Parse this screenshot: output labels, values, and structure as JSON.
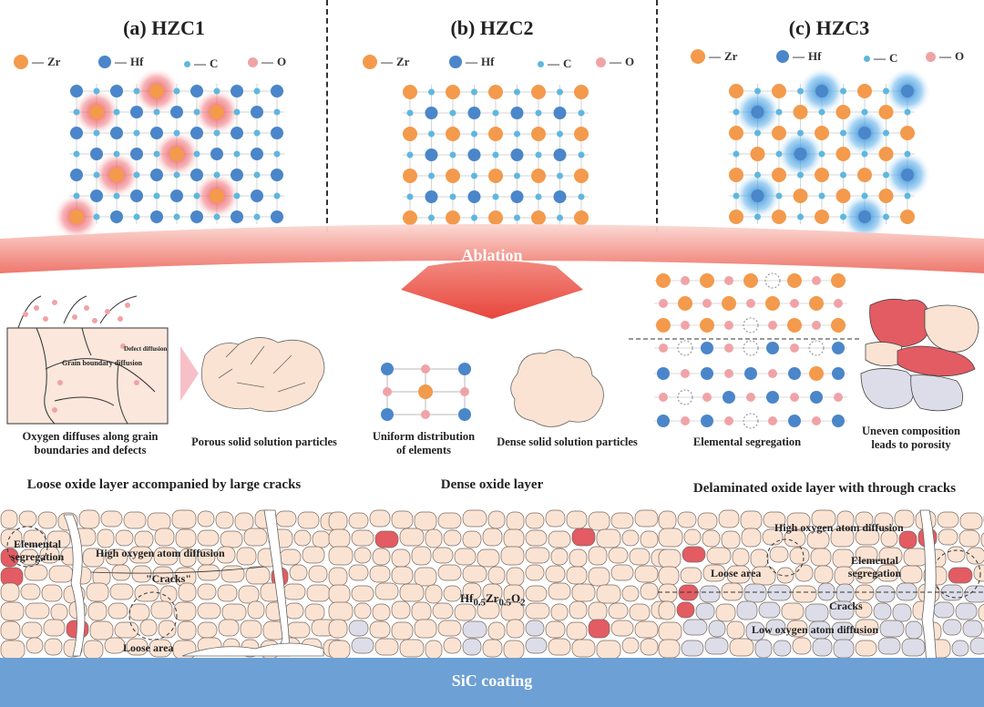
{
  "panels": [
    {
      "title": "(a) HZC1"
    },
    {
      "title": "(b) HZC2"
    },
    {
      "title": "(c) HZC3"
    }
  ],
  "legend": {
    "zr": "Zr",
    "hf": "Hf",
    "c": "C",
    "o": "O"
  },
  "colors": {
    "zr": "#f39a4c",
    "hf": "#4a86c9",
    "c": "#5fb7de",
    "o": "#f0a3a7",
    "seg_red": "#e35b63",
    "seg_grey": "#dcdde8",
    "particle": "#fbe3d3",
    "coating": "#6da0d4"
  },
  "ablation": "Ablation",
  "panel_a": {
    "grain_boundary_diffusion": "Grain boundary diffusion",
    "defect_diffusion": "Defect diffusion",
    "caption_left": "Oxygen diffuses along grain boundaries and defects",
    "caption_right": "Porous solid solution particles"
  },
  "panel_b": {
    "caption_left": "Uniform distribution of elements",
    "caption_right": "Dense solid solution particles"
  },
  "panel_c": {
    "caption_left": "Elemental segregation",
    "caption_right": "Uneven composition leads to porosity"
  },
  "layers": {
    "a_title": "Loose oxide layer accompanied by large cracks",
    "b_title": "Dense oxide layer",
    "c_title": "Delaminated oxide layer with through cracks"
  },
  "layer_a_labels": {
    "seg": "Elemental segregation",
    "high": "High oxygen atom diffusion",
    "cracks": "Cracks",
    "loose": "Loose area"
  },
  "layer_b_labels": {
    "formula_main": "Hf",
    "sub1": "0.5",
    "formula_mid": "Zr",
    "sub2": "0.5",
    "formula_end": "O",
    "sub3": "2"
  },
  "layer_c_labels": {
    "high": "High oxygen atom diffusion",
    "loose": "Loose area",
    "seg": "Elemental segregation",
    "cracks": "Cracks",
    "low": "Low oxygen atom diffusion"
  },
  "coating": "SiC coating"
}
